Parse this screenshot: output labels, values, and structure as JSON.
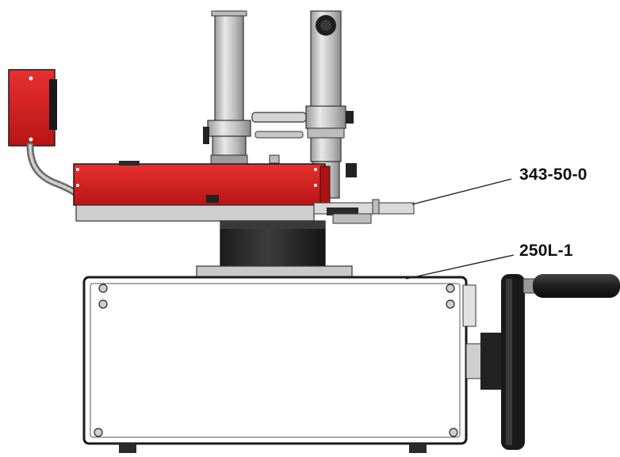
{
  "callouts": [
    {
      "id": "top-assembly",
      "text": "343-50-0"
    },
    {
      "id": "base-assembly",
      "text": "250L-1"
    }
  ],
  "colors": {
    "accent_red": "#d81e1e",
    "steel_light": "#d6d6d6",
    "steel_mid": "#a8a8a8",
    "dark_metal": "#2a2a2a",
    "outline": "#1a1a1a"
  }
}
